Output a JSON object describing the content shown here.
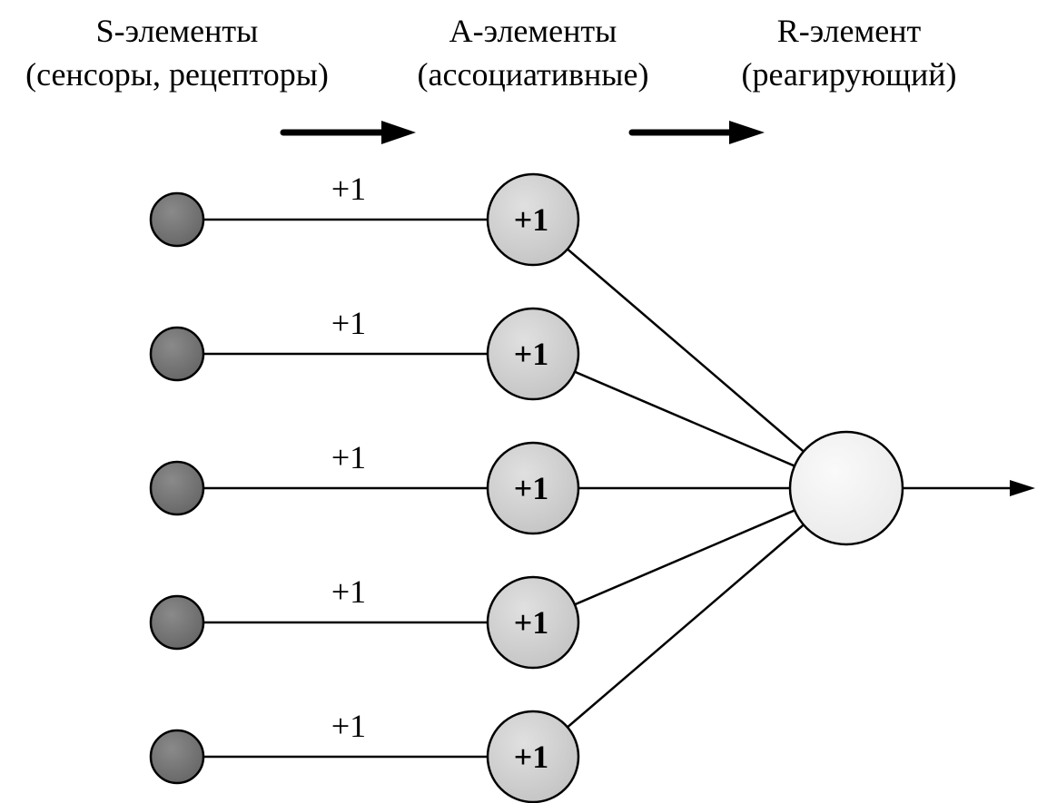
{
  "headers": {
    "s": {
      "title": "S-элементы",
      "subtitle": "(сенсоры, рецепторы)"
    },
    "a": {
      "title": "A-элементы",
      "subtitle": "(ассоциативные)"
    },
    "r": {
      "title": "R-элемент",
      "subtitle": "(реагирующий)"
    }
  },
  "rows": [
    {
      "weight_label": "+1",
      "a_label": "+1"
    },
    {
      "weight_label": "+1",
      "a_label": "+1"
    },
    {
      "weight_label": "+1",
      "a_label": "+1"
    },
    {
      "weight_label": "+1",
      "a_label": "+1"
    },
    {
      "weight_label": "+1",
      "a_label": "+1"
    }
  ],
  "colors": {
    "sensor_fill": "#777777",
    "assoc_fill": "#d3d3d3",
    "response_fill": "#f2f2f2",
    "stroke": "#000000"
  }
}
